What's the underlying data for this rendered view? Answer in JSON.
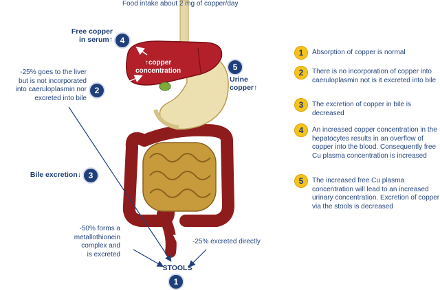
{
  "top_label": "Food intake about 2 mg of copper/day",
  "liver_label": "↑copper\nconcentration",
  "left": {
    "free_copper": "Free copper\nin serum↑",
    "liver_note": "-25% goes to the liver\nbut is not incorporated\ninto caeruloplasmin nor\nexcreted into bile",
    "bile_excretion": "Bile excretion↓",
    "metallothionein_note": "-50% forms a\nmetallothionein\ncomplex and\nis excreted"
  },
  "right_labels": {
    "urine_copper": "Urine\ncopper↑",
    "excreted_directly": "-25% excreted directly"
  },
  "stools_label": "STOOLS",
  "badges": {
    "b4": "4",
    "b2": "2",
    "b5": "5",
    "b3": "3",
    "b1": "1"
  },
  "legend": [
    {
      "num": "1",
      "text": "Absorption of copper is normal"
    },
    {
      "num": "2",
      "text": "There is no incorporation of copper into caeruloplasmin not is it excreted into bile"
    },
    {
      "num": "3",
      "text": "The excretion of copper in bile is decreased"
    },
    {
      "num": "4",
      "text": "An increased copper concentration in the hepatocytes results in an overflow of copper into the blood. Consequently free Cu plasma concentration is increased"
    },
    {
      "num": "5",
      "text": "The increased free Cu plasma concentration will lead to an increased urinary concentration. Excretion of copper via the stools is decreased"
    }
  ],
  "colors": {
    "navy": "#1f3f7a",
    "yellow": "#f6c21c",
    "liver": "#b3202a",
    "colon": "#8e1c1c",
    "small_intestine": "#c79a3c",
    "stomach": "#ece0b0"
  }
}
